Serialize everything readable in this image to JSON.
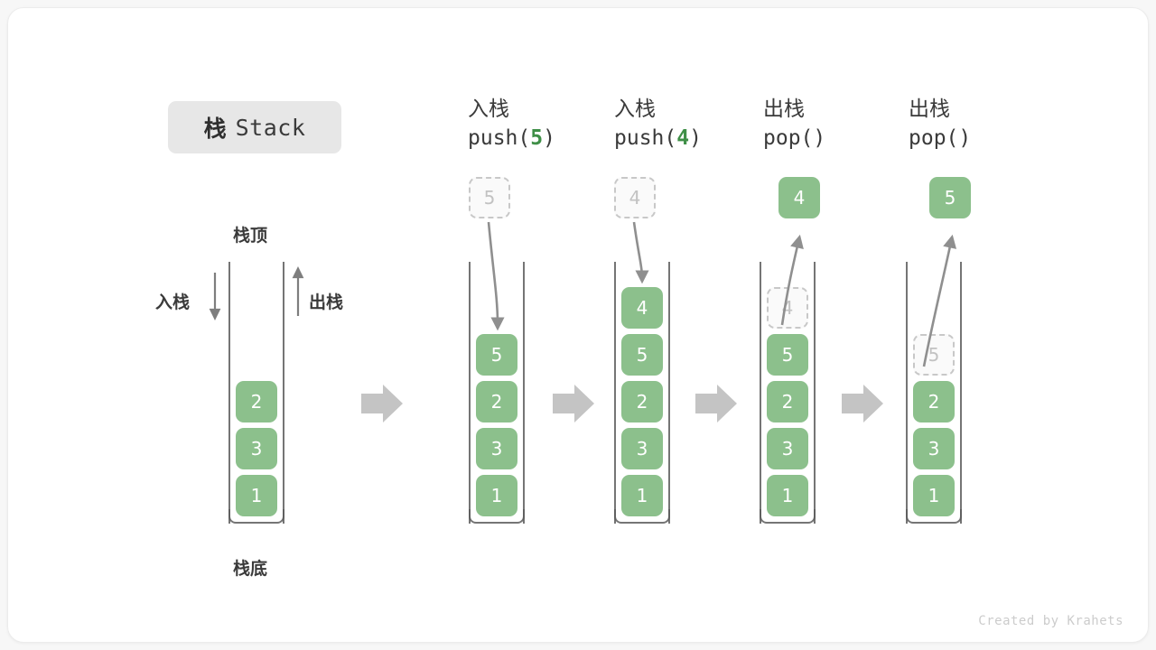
{
  "title": {
    "cn": "栈",
    "en": "Stack"
  },
  "labels": {
    "top": "栈顶",
    "bottom": "栈底",
    "push": "入栈",
    "pop": "出栈"
  },
  "footer": "Created by Krahets",
  "colors": {
    "cell_fill": "#8cc08c",
    "cell_text": "#ffffff",
    "ghost_border": "#c8c8c8",
    "ghost_text": "#c2c2c2",
    "accent_green": "#3f8f47",
    "wall": "#5d5d5d",
    "arrow_gray": "#8f8f8f",
    "badge_bg": "#e7e7e7"
  },
  "steps": [
    {
      "id": "initial",
      "header_cn": "",
      "header_code": "",
      "code_arg": "",
      "stack": [
        "2",
        "3",
        "1"
      ],
      "ghost_in_stack": null,
      "floating": null
    },
    {
      "id": "push-5",
      "header_cn": "入栈",
      "header_code": "push(",
      "code_arg": "5",
      "code_tail": ")",
      "stack": [
        "5",
        "2",
        "3",
        "1"
      ],
      "ghost_in_stack": null,
      "floating": {
        "value": "5",
        "kind": "ghost"
      }
    },
    {
      "id": "push-4",
      "header_cn": "入栈",
      "header_code": "push(",
      "code_arg": "4",
      "code_tail": ")",
      "stack": [
        "4",
        "5",
        "2",
        "3",
        "1"
      ],
      "ghost_in_stack": null,
      "floating": {
        "value": "4",
        "kind": "ghost"
      }
    },
    {
      "id": "pop-4",
      "header_cn": "出栈",
      "header_code": "pop(",
      "code_arg": "",
      "code_tail": ")",
      "stack": [
        "5",
        "2",
        "3",
        "1"
      ],
      "ghost_in_stack": "4",
      "floating": {
        "value": "4",
        "kind": "filled"
      }
    },
    {
      "id": "pop-5",
      "header_cn": "出栈",
      "header_code": "pop(",
      "code_arg": "",
      "code_tail": ")",
      "stack": [
        "2",
        "3",
        "1"
      ],
      "ghost_in_stack": "5",
      "floating": {
        "value": "5",
        "kind": "filled"
      }
    }
  ],
  "flow_arrows": 4
}
